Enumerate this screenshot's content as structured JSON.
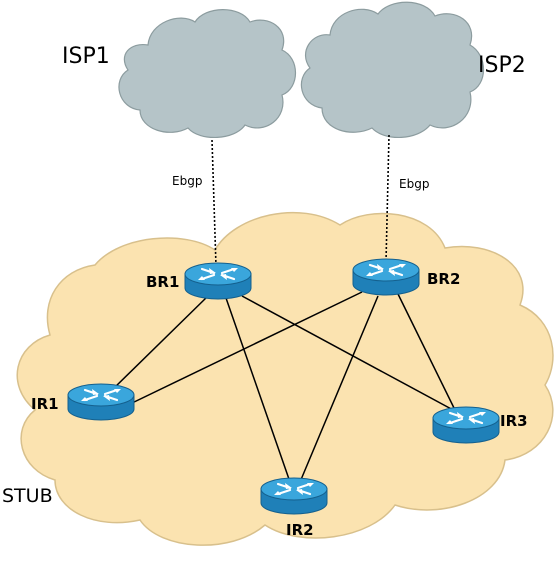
{
  "colors": {
    "isp_cloud_fill": "#b5c4c8",
    "isp_cloud_stroke": "#8c9c9f",
    "stub_cloud_fill": "#fbe3b0",
    "stub_cloud_stroke": "#d8c08c",
    "router_body": "#1f80b8",
    "router_top": "#3aa6dc",
    "router_dark": "#14608e",
    "link": "#000000"
  },
  "isps": [
    {
      "id": "isp1",
      "label": "ISP1"
    },
    {
      "id": "isp2",
      "label": "ISP2"
    }
  ],
  "area": {
    "label": "STUB"
  },
  "routers": [
    {
      "id": "br1",
      "label": "BR1",
      "icon": "router-icon"
    },
    {
      "id": "br2",
      "label": "BR2",
      "icon": "router-icon"
    },
    {
      "id": "ir1",
      "label": "IR1",
      "icon": "router-icon"
    },
    {
      "id": "ir2",
      "label": "IR2",
      "icon": "router-icon"
    },
    {
      "id": "ir3",
      "label": "IR3",
      "icon": "router-icon"
    }
  ],
  "links": [
    {
      "id": "isp1-br1",
      "from": "isp1",
      "to": "br1",
      "label": "Ebgp",
      "style": "dotted"
    },
    {
      "id": "isp2-br2",
      "from": "isp2",
      "to": "br2",
      "label": "Ebgp",
      "style": "dotted"
    },
    {
      "id": "br1-ir1",
      "from": "br1",
      "to": "ir1",
      "style": "solid"
    },
    {
      "id": "br1-ir2",
      "from": "br1",
      "to": "ir2",
      "style": "solid"
    },
    {
      "id": "br1-ir3",
      "from": "br1",
      "to": "ir3",
      "style": "solid"
    },
    {
      "id": "br2-ir1",
      "from": "br2",
      "to": "ir1",
      "style": "solid"
    },
    {
      "id": "br2-ir2",
      "from": "br2",
      "to": "ir2",
      "style": "solid"
    },
    {
      "id": "br2-ir3",
      "from": "br2",
      "to": "ir3",
      "style": "solid"
    }
  ]
}
